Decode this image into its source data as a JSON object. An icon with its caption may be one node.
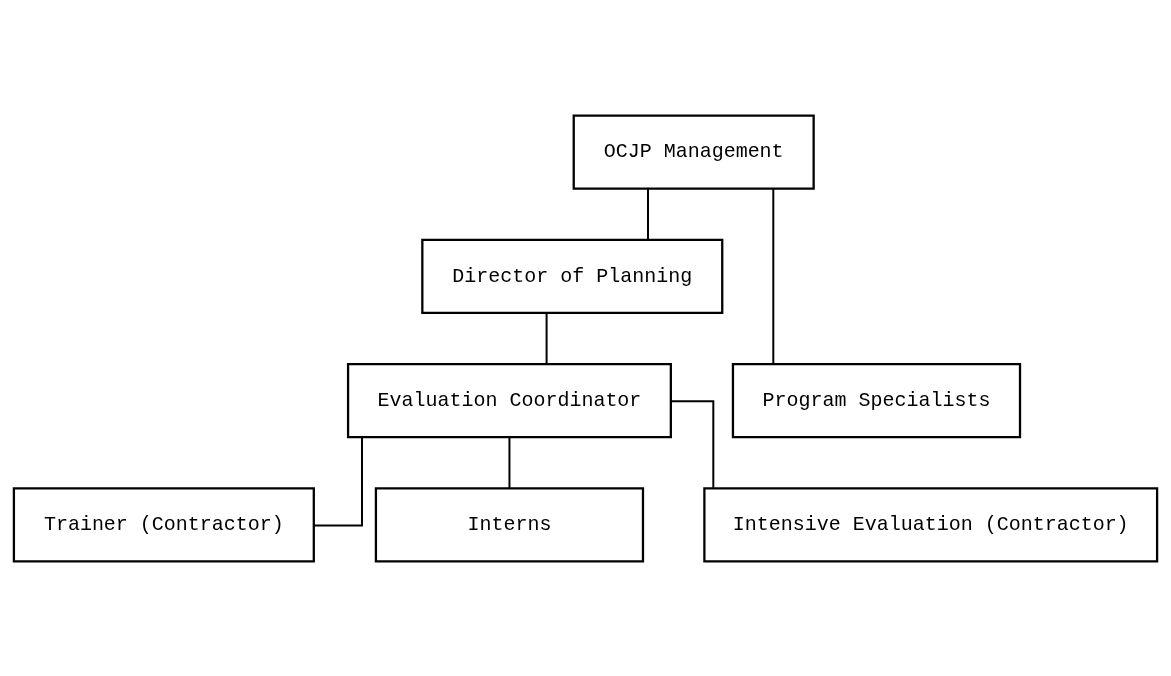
{
  "diagram": {
    "nodes": [
      {
        "text": [
          "OCJP Management"
        ]
      },
      {
        "text": [
          "Director of Planning"
        ]
      },
      {
        "text": [
          "Evaluation Coordinator"
        ]
      },
      {
        "text": [
          "Program Specialists"
        ]
      },
      {
        "text": [
          "Trainer (Contractor)"
        ]
      },
      {
        "text": [
          "Interns"
        ]
      },
      {
        "text": [
          "Intensive Evaluation (Contractor)"
        ]
      }
    ],
    "edges": [
      {
        "from": 0,
        "to": 1,
        "arrow": "none"
      },
      {
        "from": 1,
        "to": 2,
        "arrow": "none"
      },
      {
        "from": 0,
        "to": 3,
        "arrow": "none"
      },
      {
        "from": 2,
        "to": 4,
        "arrow": "none"
      },
      {
        "from": 2,
        "to": 5,
        "arrow": "none"
      },
      {
        "from": 2,
        "to": 6,
        "arrow": "none"
      }
    ]
  }
}
